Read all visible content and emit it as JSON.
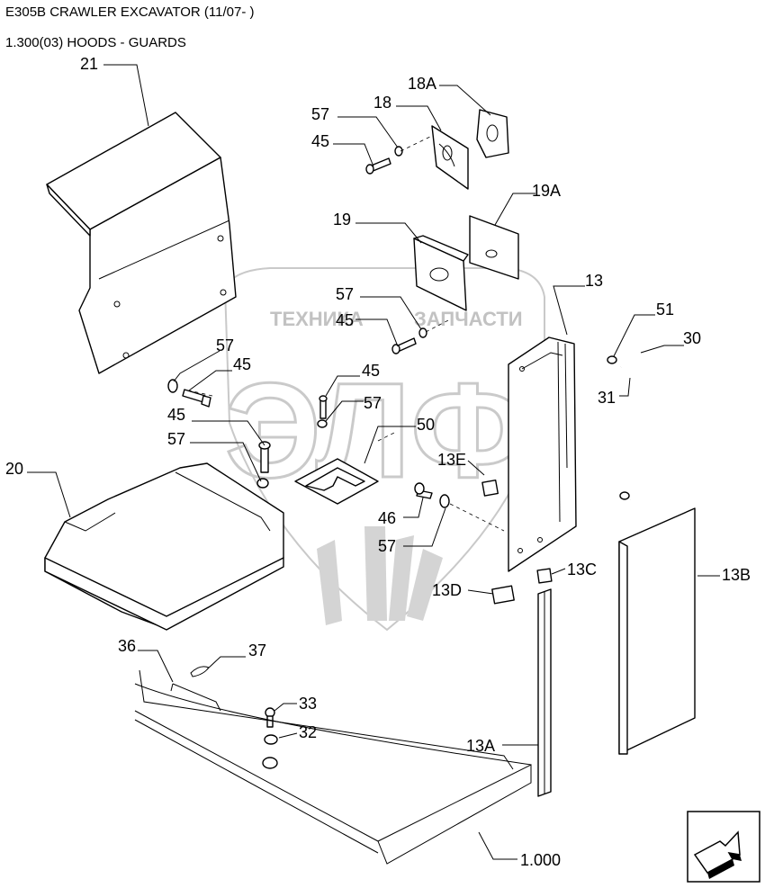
{
  "header": {
    "title": "E305B CRAWLER EXCAVATOR (11/07- )",
    "subtitle": "1.300(03) HOODS - GUARDS"
  },
  "watermark": {
    "left_word": "ТЕХНИКА",
    "right_word": "ЗАПЧАСТИ",
    "logo": "ЭЛФ"
  },
  "callouts": {
    "c21": "21",
    "c18A": "18A",
    "c18": "18",
    "c57a": "57",
    "c45a": "45",
    "c19A": "19A",
    "c19": "19",
    "c57b": "57",
    "c45b": "45",
    "c13": "13",
    "c51": "51",
    "c30": "30",
    "c31": "31",
    "c57c": "57",
    "c45c": "45",
    "c45d": "45",
    "c57d": "57",
    "c45e": "45",
    "c57e": "57",
    "c50": "50",
    "c20": "20",
    "c13E": "13E",
    "c46": "46",
    "c57f": "57",
    "c13C": "13C",
    "c13B": "13B",
    "c13D": "13D",
    "c36": "36",
    "c37": "37",
    "c33": "33",
    "c32": "32",
    "c13A": "13A",
    "c1000": "1.000"
  },
  "nav": {
    "icon": "next-page-arrow-icon"
  }
}
